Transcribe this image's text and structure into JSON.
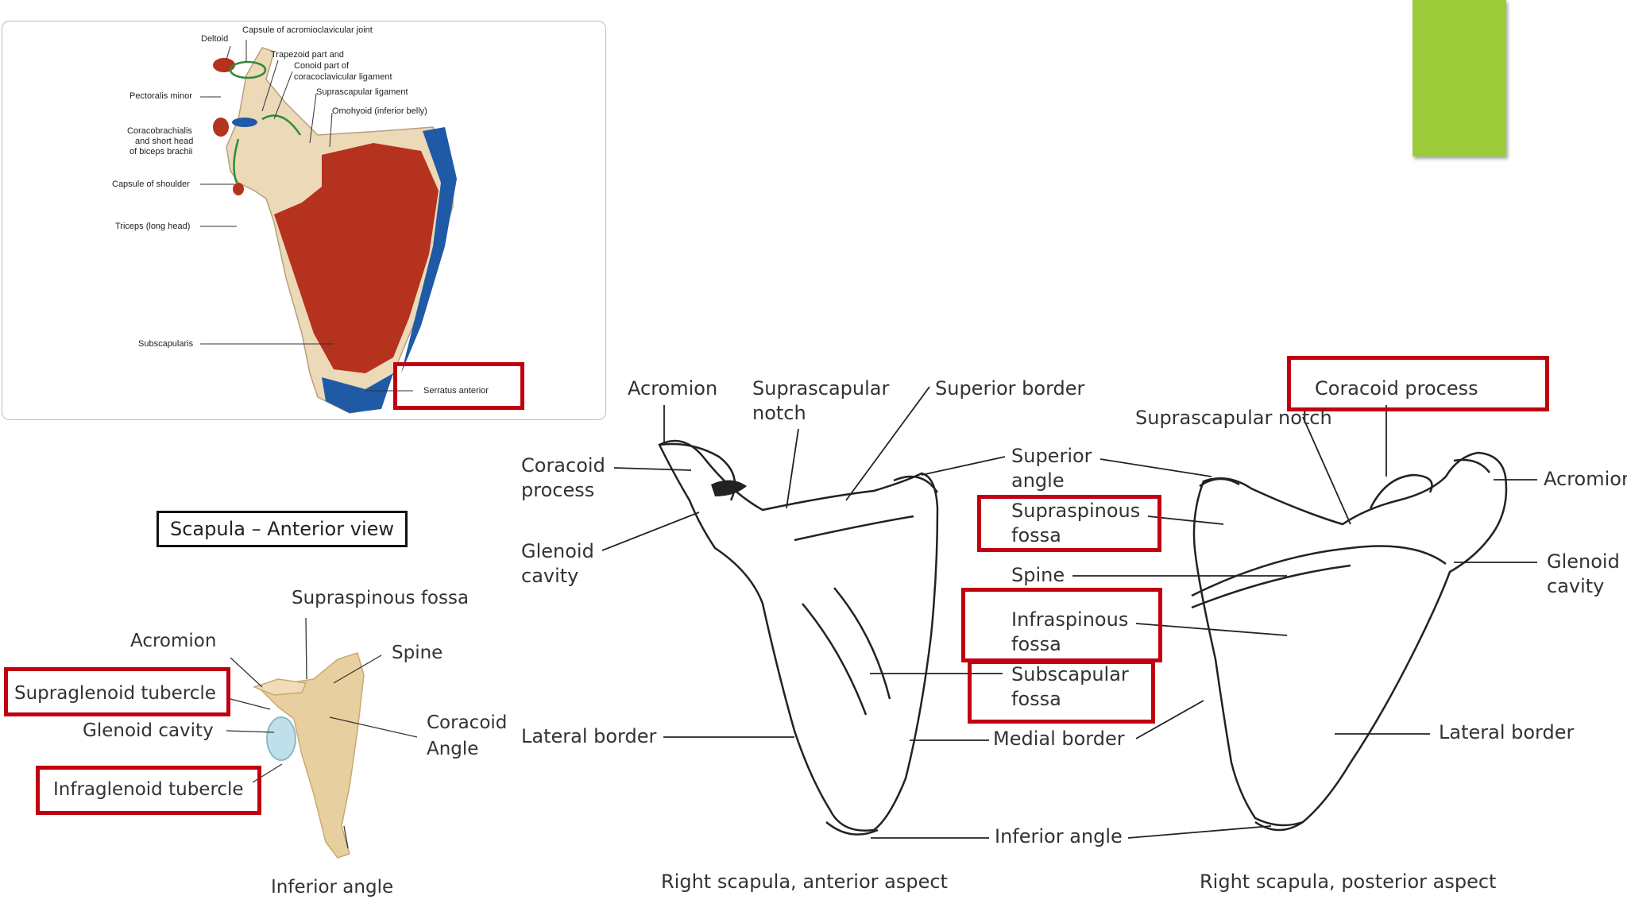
{
  "top_left": {
    "labels": {
      "deltoid": "Deltoid",
      "capsule_ac": "Capsule of acromioclavicular joint",
      "trapezoid": "Trapezoid part and",
      "conoid": "Conoid part of",
      "coracoclavicular": "coracoclavicular ligament",
      "suprascapular_lig": "Suprascapular ligament",
      "omohyoid": "Omohyoid (inferior belly)",
      "pectoralis": "Pectoralis minor",
      "coracobrachialis1": "Coracobrachialis",
      "coracobrachialis2": "and short head",
      "coracobrachialis3": "of biceps brachii",
      "capsule_shoulder": "Capsule of shoulder",
      "triceps": "Triceps (long head)",
      "subscapularis": "Subscapularis",
      "serratus": "Serratus anterior"
    }
  },
  "title_box": "Scapula – Anterior view",
  "bottom_left": {
    "supraspinous": "Supraspinous fossa",
    "acromion": "Acromion",
    "spine": "Spine",
    "supraglenoid": "Supraglenoid tubercle",
    "glenoid": "Glenoid cavity",
    "coracoid": "Coracoid",
    "angle": "Angle",
    "infraglenoid": "Infraglenoid tubercle",
    "inferior_angle": "Inferior angle"
  },
  "anterior": {
    "acromion": "Acromion",
    "suprascapular1": "Suprascapular",
    "suprascapular2": "notch",
    "superior_border": "Superior border",
    "coracoid1": "Coracoid",
    "coracoid2": "process",
    "glenoid1": "Glenoid",
    "glenoid2": "cavity",
    "lateral_border": "Lateral border",
    "caption": "Right scapula, anterior aspect"
  },
  "middle": {
    "superior_angle1": "Superior",
    "superior_angle2": "angle",
    "supraspinous1": "Supraspinous",
    "supraspinous2": "fossa",
    "spine": "Spine",
    "infraspinous1": "Infraspinous",
    "infraspinous2": "fossa",
    "subscapular1": "Subscapular",
    "subscapular2": "fossa",
    "medial_border": "Medial border",
    "inferior_angle": "Inferior angle"
  },
  "posterior": {
    "coracoid": "Coracoid process",
    "suprascapular": "Suprascapular notch",
    "acromion": "Acromion",
    "glenoid1": "Glenoid",
    "glenoid2": "cavity",
    "lateral_border": "Lateral border",
    "caption": "Right scapula, posterior aspect"
  },
  "colors": {
    "highlight": "#c00010",
    "accent": "#9ccc3a",
    "muscle": "#b5321f",
    "blue": "#1f5aa6",
    "bone": "#e9d6b4"
  }
}
